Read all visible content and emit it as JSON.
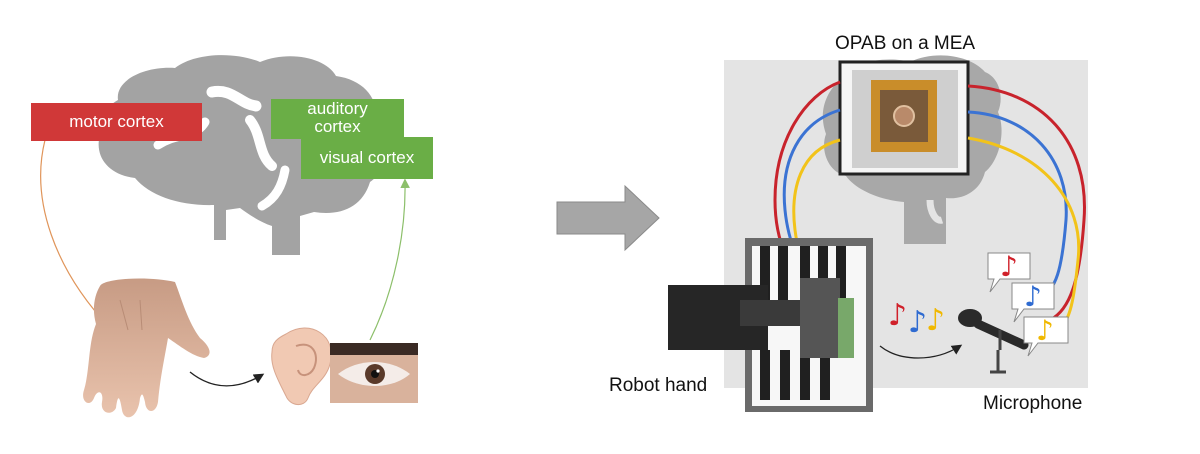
{
  "left_panel": {
    "motor_cortex": "motor cortex",
    "auditory_cortex_line1": "auditory",
    "auditory_cortex_line2": "cortex",
    "visual_cortex": "visual cortex"
  },
  "right_panel": {
    "device_label": "OPAB on a MEA",
    "robot_label": "Robot hand",
    "microphone_label": "Microphone"
  },
  "colors": {
    "motor": "#d03838",
    "sensory": "#6aae46",
    "brain": "#a3a3a3",
    "wire_red": "#c8232c",
    "wire_blue": "#3b73d3",
    "wire_yellow": "#f2c31a",
    "note_red": "#d0202a",
    "note_blue": "#2f6bd1",
    "note_yellow": "#f0b800"
  }
}
